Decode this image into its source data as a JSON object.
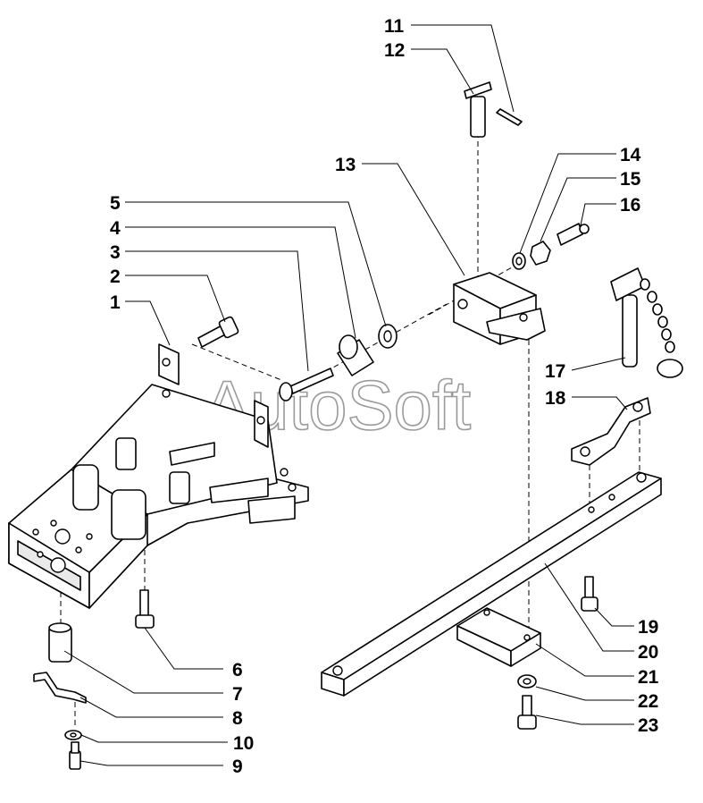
{
  "watermark": "AutoSoft",
  "callouts": [
    "1",
    "2",
    "3",
    "4",
    "5",
    "6",
    "7",
    "8",
    "9",
    "10",
    "11",
    "12",
    "13",
    "14",
    "15",
    "16",
    "17",
    "18",
    "19",
    "20",
    "21",
    "22",
    "23"
  ],
  "colors": {
    "line": "#000000",
    "watermark": "#9a9a9a",
    "background": "#ffffff"
  }
}
